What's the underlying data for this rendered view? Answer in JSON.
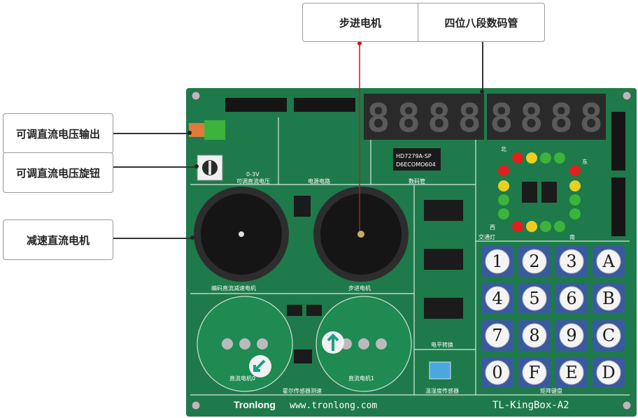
{
  "callouts": {
    "stepper_motor": "步进电机",
    "seven_seg": "四位八段数码管",
    "dc_voltage_out": "可调直流电压输出",
    "dc_voltage_knob": "可调直流电压旋钮",
    "gear_dc_motor": "减速直流电机"
  },
  "board": {
    "voltage_range": "0-3V",
    "adj_voltage_label": "可调直流电压",
    "power_label": "电源电路",
    "display_label": "数码管",
    "chip_top_line1": "HD7279A-SP",
    "chip_top_line2": "D6ECOMO604",
    "traffic_label": "交通灯",
    "dir_north": "北",
    "dir_east": "东",
    "dir_west": "西",
    "dir_south": "南",
    "encoder_motor_label": "编码直流减速电机",
    "stepper_label": "步进电机",
    "level_shift_label": "电平转换",
    "dc_motor0_label": "直流电机0",
    "dc_motor1_label": "直流电机1",
    "hall_label": "霍尔传感器测速",
    "temp_label": "温湿度传感器",
    "keypad_label": "矩阵键盘",
    "brand": "Tronlong",
    "website": "www.tronlong.com",
    "model": "TL-KingBox-A2"
  },
  "keypad": {
    "keys": [
      "1",
      "2",
      "3",
      "A",
      "4",
      "5",
      "6",
      "B",
      "7",
      "8",
      "9",
      "C",
      "0",
      "F",
      "E",
      "D"
    ]
  },
  "colors": {
    "pcb": "#1e7a4a",
    "pcb_dark": "#176a3e",
    "display": "#2a2a2a",
    "led_red": "#e02020",
    "led_yellow": "#e8d020",
    "led_green": "#3cb43c",
    "lead_line": "#c0181c"
  }
}
